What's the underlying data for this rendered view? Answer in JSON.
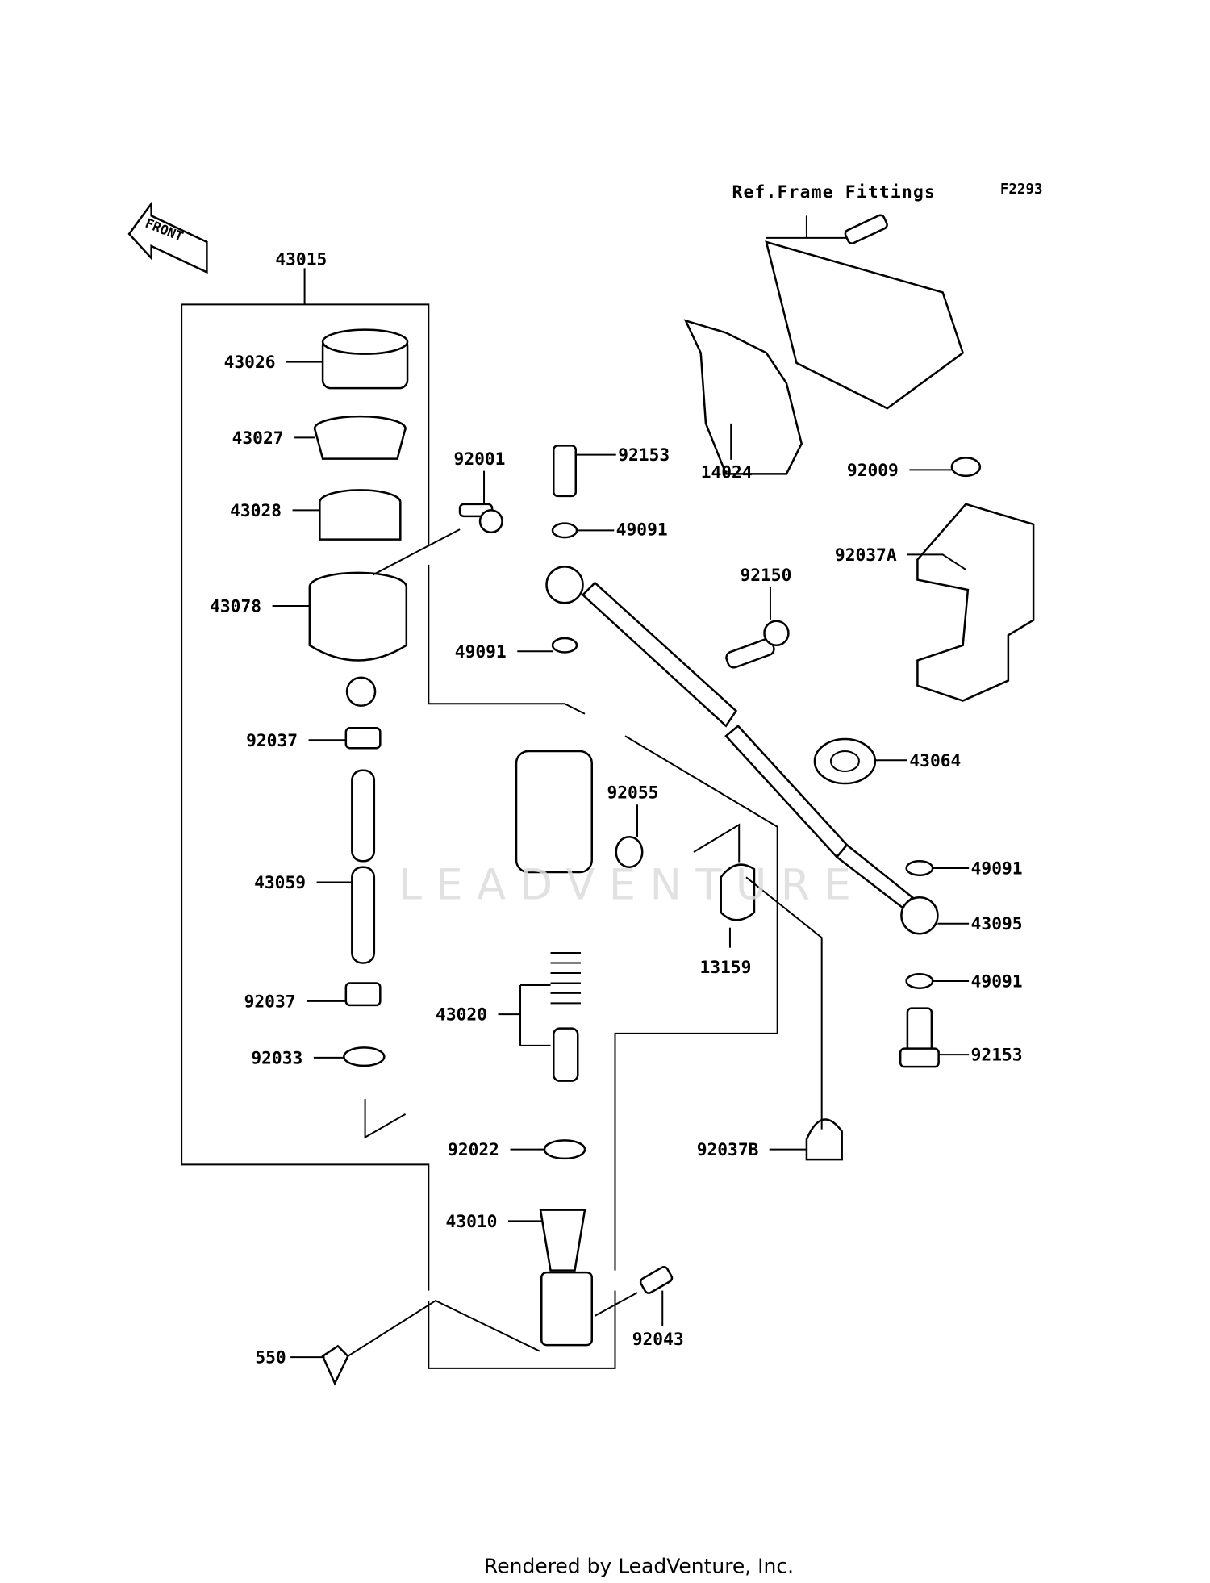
{
  "diagram": {
    "figure_code": "F2293",
    "reference_note": "Ref.Frame Fittings",
    "front_arrow": "FRONT",
    "watermark": "LEADVENTURE",
    "footer": "Rendered by LeadVenture, Inc.",
    "parts": [
      {
        "id": "p43015",
        "number": "43015"
      },
      {
        "id": "p43026",
        "number": "43026"
      },
      {
        "id": "p43027",
        "number": "43027"
      },
      {
        "id": "p43028",
        "number": "43028"
      },
      {
        "id": "p43078",
        "number": "43078"
      },
      {
        "id": "p92037a",
        "number": "92037"
      },
      {
        "id": "p43059",
        "number": "43059"
      },
      {
        "id": "p92037b",
        "number": "92037"
      },
      {
        "id": "p92033",
        "number": "92033"
      },
      {
        "id": "p92001",
        "number": "92001"
      },
      {
        "id": "p92153a",
        "number": "92153"
      },
      {
        "id": "p49091a",
        "number": "49091"
      },
      {
        "id": "p49091b",
        "number": "49091"
      },
      {
        "id": "p92150",
        "number": "92150"
      },
      {
        "id": "p92055",
        "number": "92055"
      },
      {
        "id": "p13159",
        "number": "13159"
      },
      {
        "id": "p43020",
        "number": "43020"
      },
      {
        "id": "p92022",
        "number": "92022"
      },
      {
        "id": "p43010",
        "number": "43010"
      },
      {
        "id": "p550",
        "number": "550"
      },
      {
        "id": "p92043",
        "number": "92043"
      },
      {
        "id": "p92037B",
        "number": "92037B"
      },
      {
        "id": "p43064",
        "number": "43064"
      },
      {
        "id": "p49091c",
        "number": "49091"
      },
      {
        "id": "p43095",
        "number": "43095"
      },
      {
        "id": "p49091d",
        "number": "49091"
      },
      {
        "id": "p92153b",
        "number": "92153"
      },
      {
        "id": "p14024",
        "number": "14024"
      },
      {
        "id": "p92009",
        "number": "92009"
      },
      {
        "id": "p92037A",
        "number": "92037A"
      }
    ]
  }
}
